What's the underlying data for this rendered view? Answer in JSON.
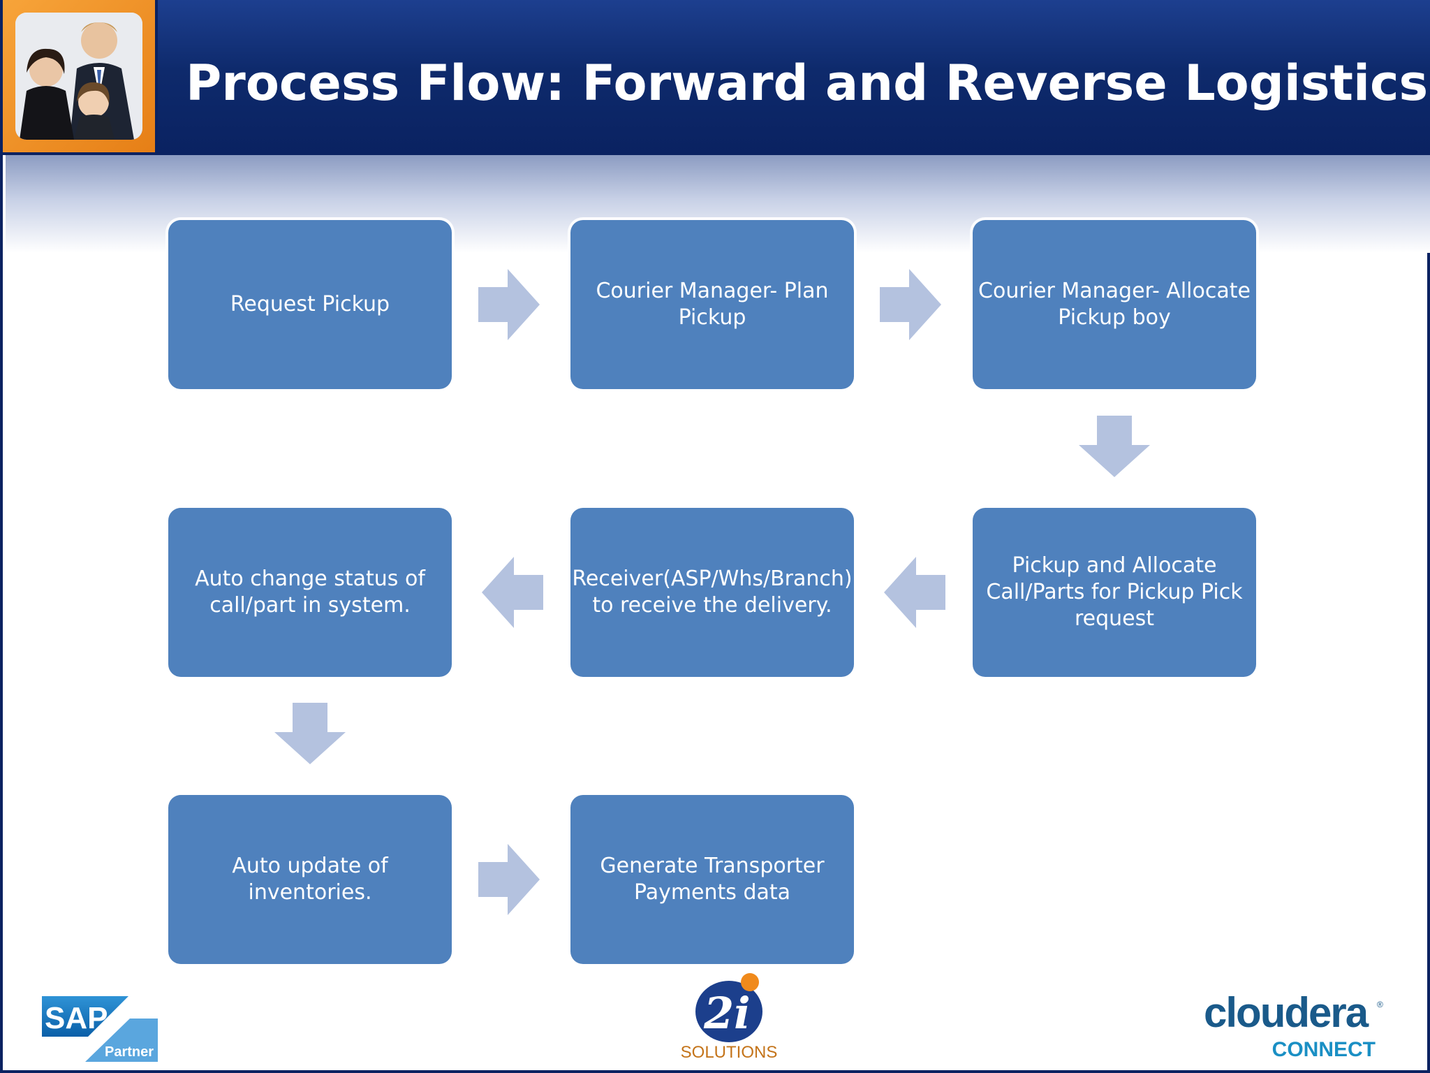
{
  "title": "Process Flow: Forward and Reverse Logistics",
  "colors": {
    "header": "#0a2261",
    "box": "#4f81bd",
    "arrow": "#b4c2df",
    "accent": "#f08a1c"
  },
  "steps": [
    {
      "label": "Request Pickup"
    },
    {
      "label": "Courier Manager- Plan Pickup"
    },
    {
      "label": "Courier Manager- Allocate Pickup boy"
    },
    {
      "label": "Pickup and Allocate Call/Parts for Pickup Pick request"
    },
    {
      "label": "Receiver(ASP/Whs/Branch) to receive the delivery."
    },
    {
      "label": "Auto change status of call/part in system."
    },
    {
      "label": "Auto update of inventories."
    },
    {
      "label": "Generate Transporter Payments data"
    }
  ],
  "logos": {
    "sap": {
      "text": "SAP",
      "sub": "Partner"
    },
    "twoi": {
      "text": "2i",
      "sub": "SOLUTIONS"
    },
    "cloudera": {
      "text": "cloudera",
      "sub": "CONNECT"
    }
  }
}
